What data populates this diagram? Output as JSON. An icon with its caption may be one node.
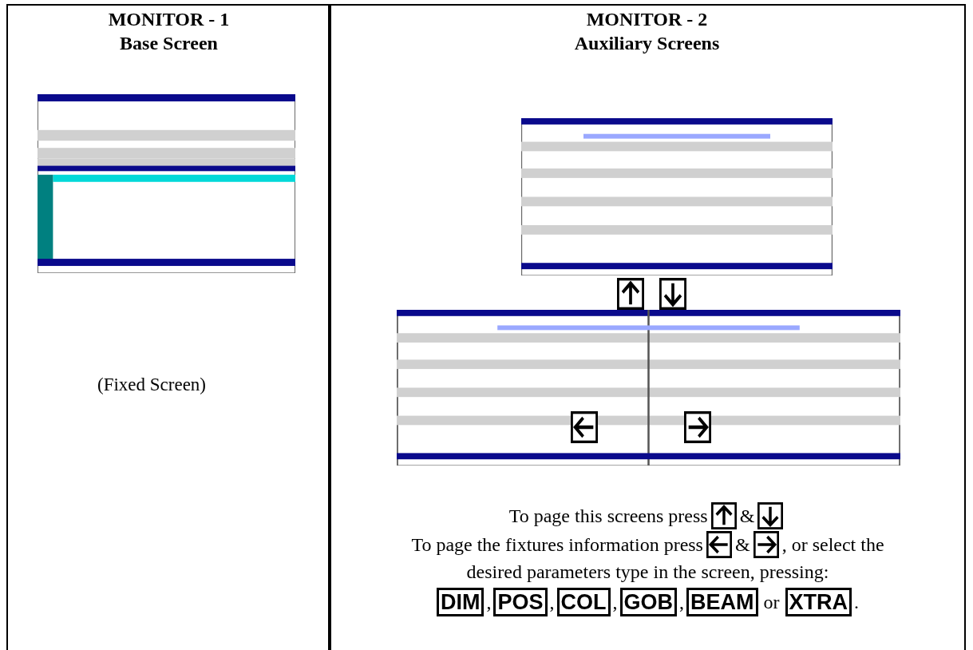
{
  "diagram": {
    "nodes": [
      {
        "text": [
          "MONITOR - 1",
          "Base Screen"
        ]
      },
      {
        "text": [
          "MONITOR - 2",
          "Auxiliary Screens"
        ]
      }
    ],
    "labels": [
      "(Fixed Screen)",
      "To page this screens press",
      "&",
      "To page the fixtures information press",
      "&",
      ", or select the",
      "desired parameters type in the screen, pressing:",
      "DIM",
      ",",
      "POS",
      ",",
      "COL",
      ",",
      "GOB",
      ",",
      "BEAM",
      "or",
      "XTRA",
      "."
    ]
  }
}
